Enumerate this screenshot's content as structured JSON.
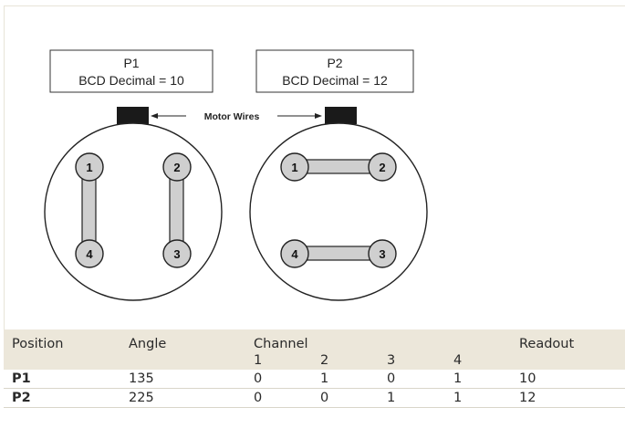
{
  "diagram": {
    "labels": [
      {
        "line1": "P1",
        "line2": "BCD Decimal = 10"
      },
      {
        "line1": "P2",
        "line2": "BCD Decimal = 12"
      }
    ],
    "motor_wires": "Motor Wires",
    "left_disc_pins": [
      "1",
      "2",
      "4",
      "3"
    ],
    "right_disc_pins": [
      "1",
      "2",
      "4",
      "3"
    ]
  },
  "table": {
    "headers": {
      "position": "Position",
      "angle": "Angle",
      "channel": "Channel",
      "readout": "Readout"
    },
    "channels": [
      "1",
      "2",
      "3",
      "4"
    ],
    "rows": [
      {
        "position": "P1",
        "angle": "135",
        "c1": "0",
        "c2": "1",
        "c3": "0",
        "c4": "1",
        "readout": "10"
      },
      {
        "position": "P2",
        "angle": "225",
        "c1": "0",
        "c2": "0",
        "c3": "1",
        "c4": "1",
        "readout": "12"
      }
    ]
  },
  "colors": {
    "header_bg": "#ece7da",
    "bar_fill": "#cfcfcf",
    "pin_fill": "#cfcfcf",
    "wire_block": "#1a1a1a"
  }
}
